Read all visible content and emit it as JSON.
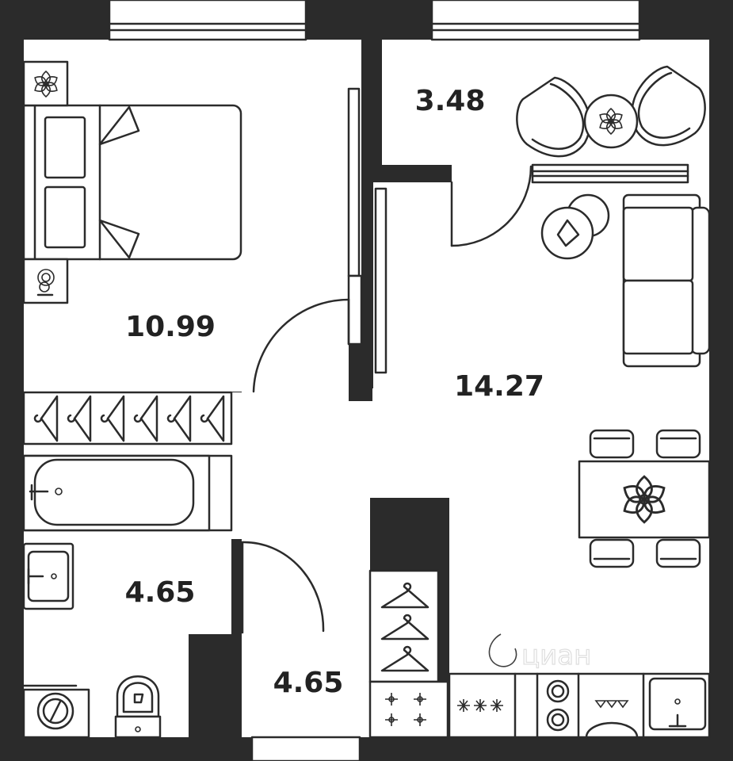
{
  "rooms": {
    "bedroom": {
      "area": "10.99"
    },
    "balcony": {
      "area": "3.48"
    },
    "living_kitchen": {
      "area": "14.27"
    },
    "bathroom": {
      "area": "4.65"
    },
    "hallway": {
      "area": "4.65"
    }
  },
  "watermark": {
    "text": "циан"
  },
  "colors": {
    "wall": "#2b2b2b",
    "floor": "#ffffff",
    "line": "#2b2b2b",
    "label": "#222222"
  },
  "icons": [
    "flower-icon",
    "hanger-icon",
    "stove-burner-icon",
    "sink-icon",
    "toilet-icon",
    "washing-machine-icon"
  ]
}
